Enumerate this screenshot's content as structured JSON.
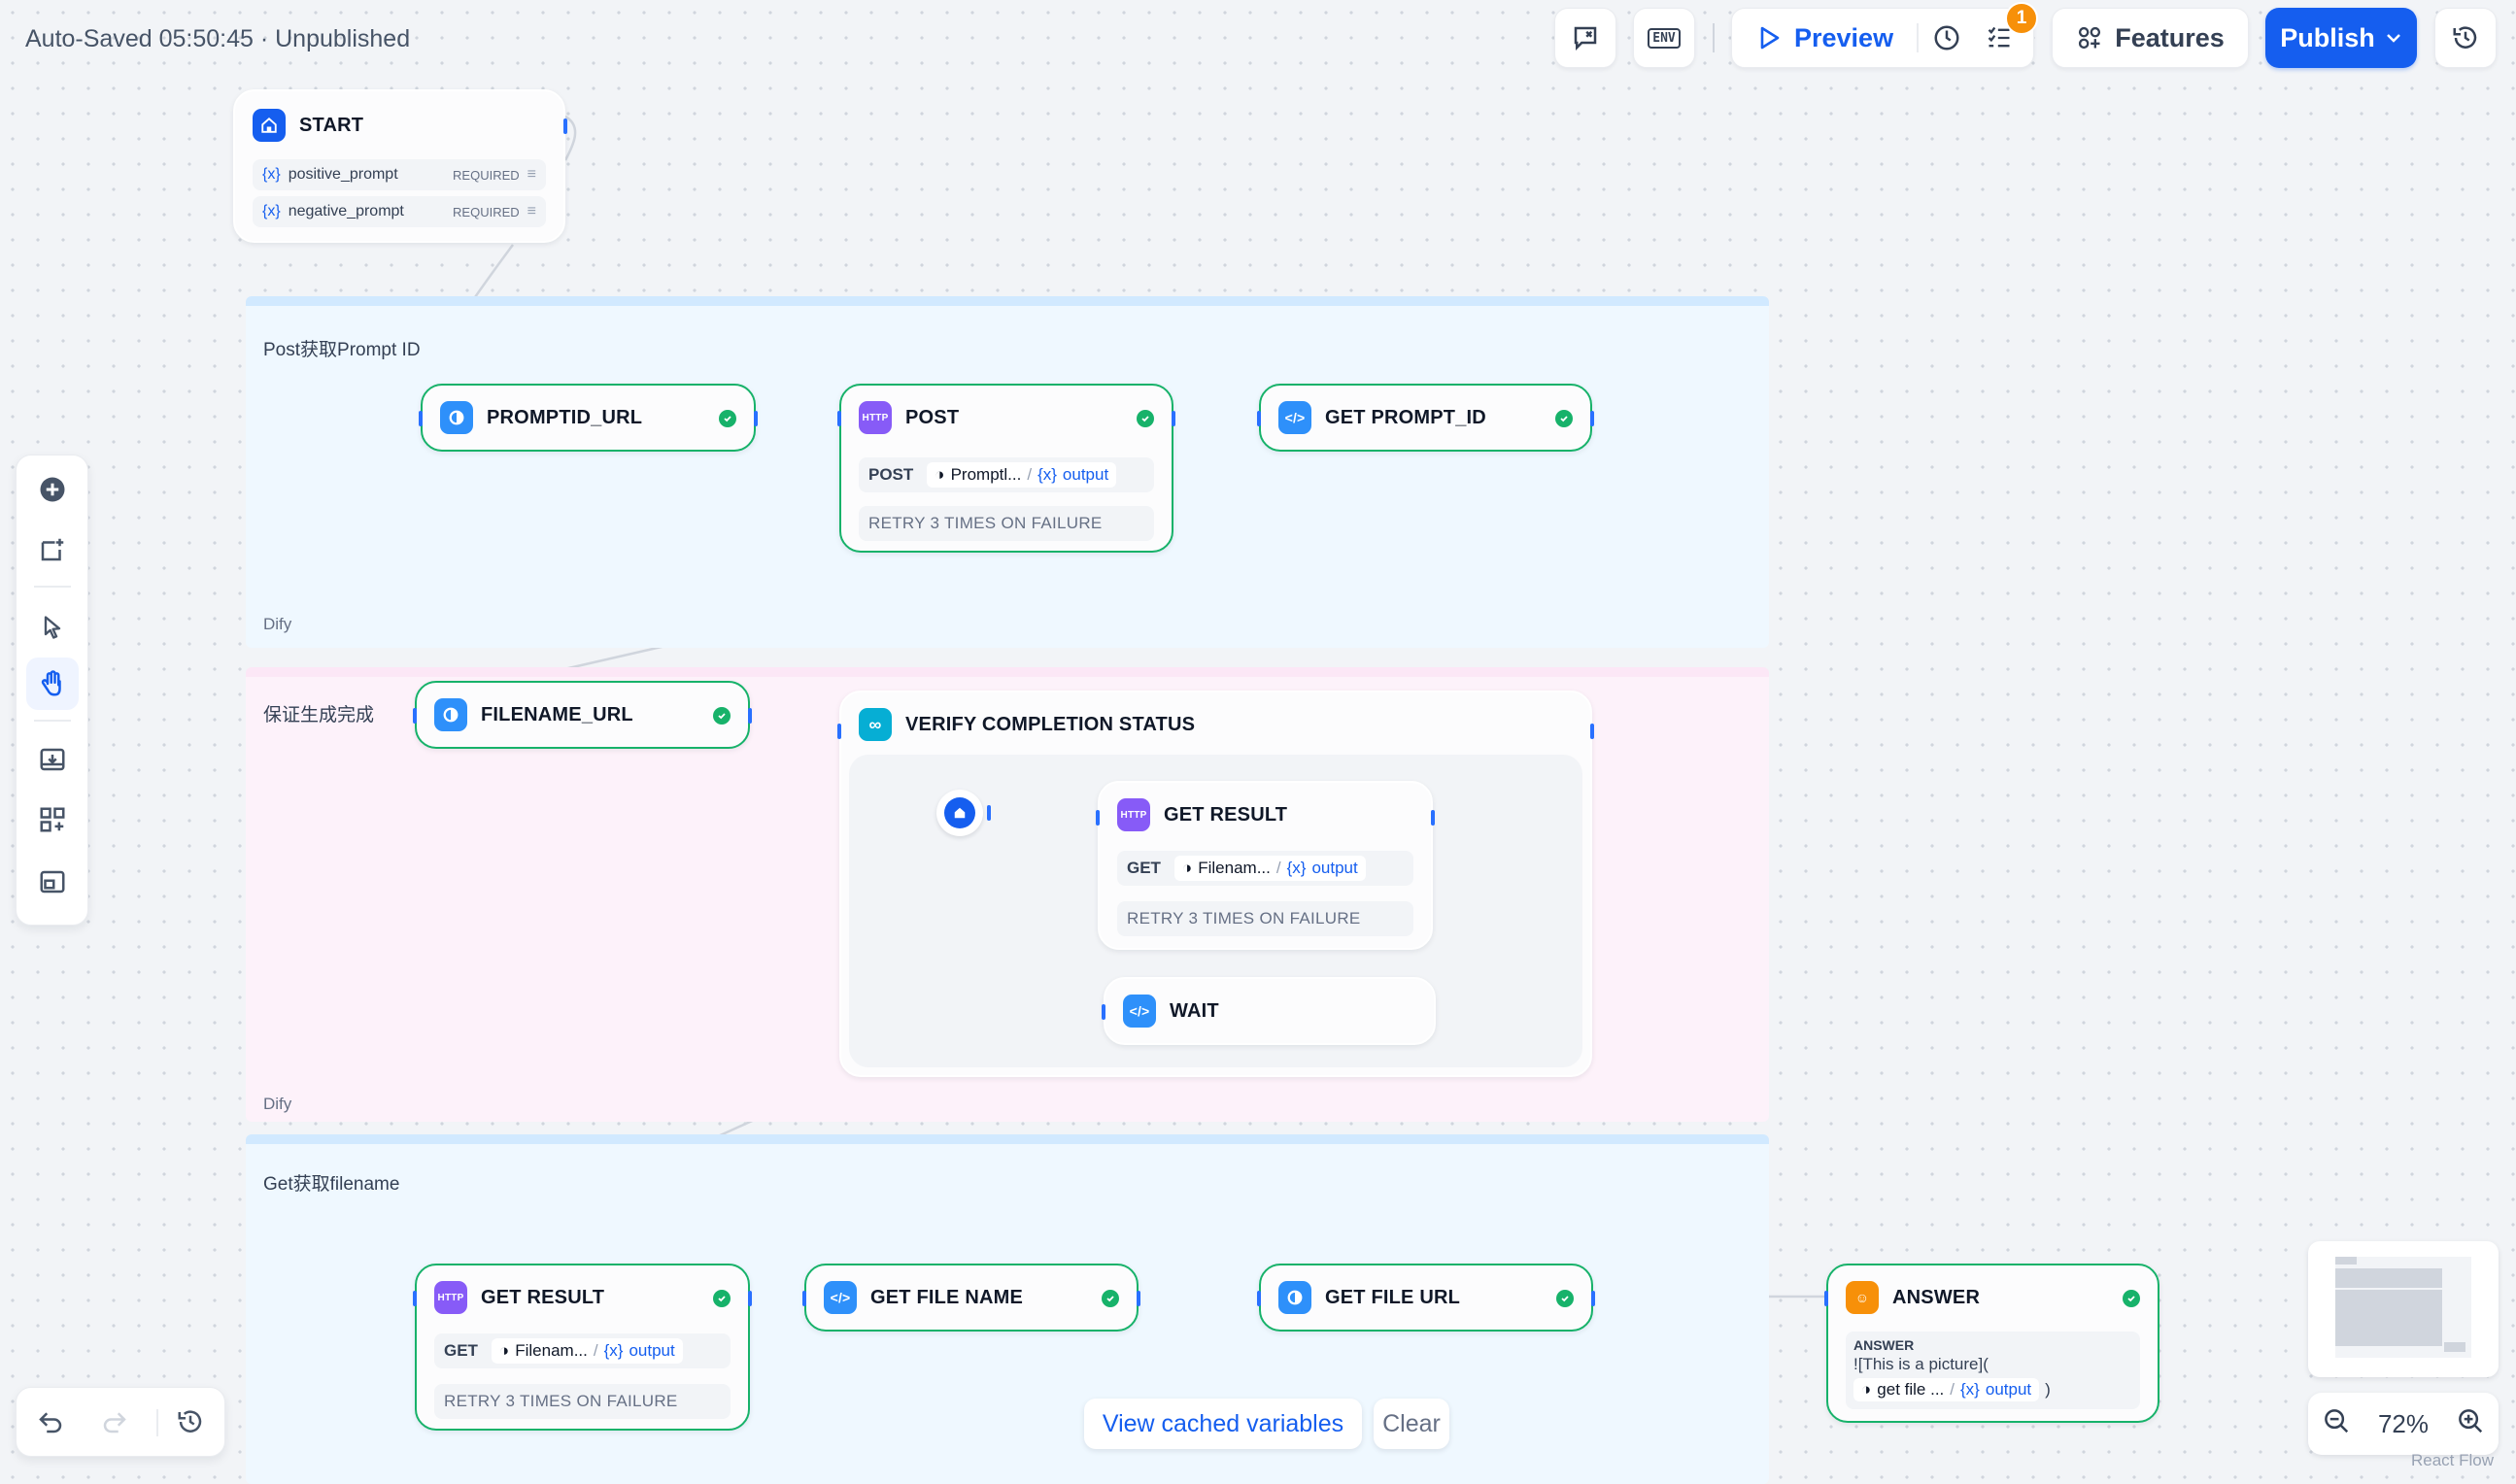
{
  "header": {
    "autosave_text": "Auto-Saved 05:50:45 · Unpublished",
    "preview_label": "Preview",
    "checklist_count": "1",
    "features_label": "Features",
    "publish_label": "Publish",
    "env_label": "ENV"
  },
  "start_node": {
    "title": "START",
    "variables": [
      {
        "name": "positive_prompt",
        "tag": "REQUIRED"
      },
      {
        "name": "negative_prompt",
        "tag": "REQUIRED"
      }
    ]
  },
  "groups": [
    {
      "title": "Post获取Prompt ID",
      "footer": "Dify",
      "color": "#d1e9ff"
    },
    {
      "title": "保证生成完成",
      "footer": "Dify",
      "color": "#fce7f6"
    },
    {
      "title": "Get获取filename",
      "footer": "",
      "color": "#d1e9ff"
    }
  ],
  "nodes": {
    "promptid_url": {
      "title": "PROMPTID_URL"
    },
    "post": {
      "title": "POST",
      "method": "POST",
      "var": "Promptl...",
      "out": "output",
      "retry": "RETRY 3 TIMES ON FAILURE"
    },
    "get_prompt_id": {
      "title": "GET PROMPT_ID"
    },
    "filename_url": {
      "title": "FILENAME_URL"
    },
    "verify": {
      "title": "VERIFY COMPLETION STATUS"
    },
    "get_result_inner": {
      "title": "GET RESULT",
      "method": "GET",
      "var": "Filenam...",
      "out": "output",
      "retry": "RETRY 3 TIMES ON FAILURE"
    },
    "wait": {
      "title": "WAIT"
    },
    "get_result": {
      "title": "GET RESULT",
      "method": "GET",
      "var": "Filenam...",
      "out": "output",
      "retry": "RETRY 3 TIMES ON FAILURE"
    },
    "get_file_name": {
      "title": "GET FILE NAME"
    },
    "get_file_url": {
      "title": "GET FILE URL"
    },
    "answer": {
      "title": "ANSWER",
      "label": "ANSWER",
      "text": "![This is a picture](",
      "var": "get file ...",
      "out": "output",
      "close": ")"
    }
  },
  "footer": {
    "view_cached": "View cached variables",
    "clear": "Clear",
    "zoom": "72%",
    "watermark": "React Flow"
  },
  "colors": {
    "accent": "#155eef",
    "success": "#17b26a",
    "http_icon": "#875bf7",
    "llm_icon": "#2e90fa",
    "iteration_icon": "#06aed4",
    "answer_icon": "#f79009"
  }
}
